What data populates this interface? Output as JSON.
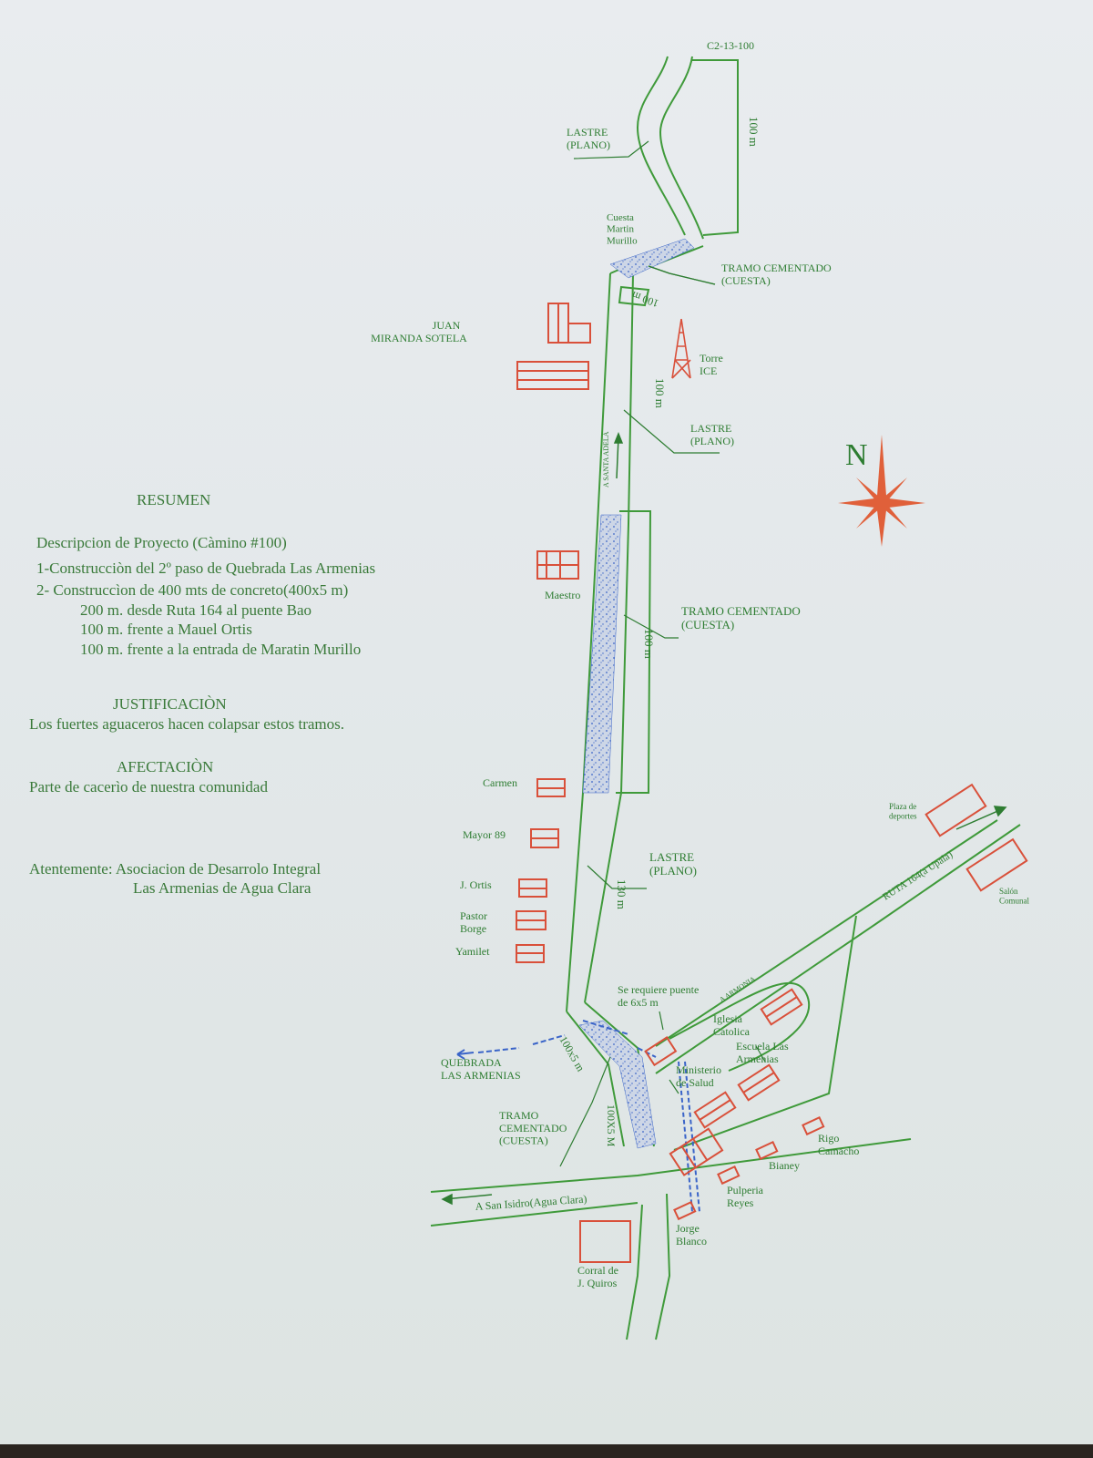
{
  "map_code": "C2-13-100",
  "labels": {
    "lastre_plano": "LASTRE\n(PLANO)",
    "cuesta_martin": "Cuesta\nMartin\nMurillo",
    "tramo_cementado_cuesta": "TRAMO CEMENTADO\n(CUESTA)",
    "juan_miranda": "JUAN\nMIRANDA SOTELA",
    "torre_ice": "Torre\nICE",
    "santa_adela": "A SANTA ADELA",
    "maestro": "Maestro",
    "se_requiere_puente": "Se requiere puente\nde 6x5 m",
    "quebrada": "QUEBRADA\nLAS ARMENIAS",
    "tramo_cementado_3": "TRAMO\nCEMENTADO\n(CUESTA)",
    "a_san_isidro": "A San Isidro(Agua Clara)",
    "ruta_164": "RUTA 164(a Upala)",
    "a_armonia": "A ARMONIA",
    "plaza_deportes": "Plaza de\ndeportes",
    "salon_comunal": "Salón\nComunal",
    "iglesia": "Iglesia\nCatolica",
    "escuela": "Escuela Las\nArmenias",
    "ministerio": "Ministerio\nde Salud",
    "rigo": "Rigo\nCamacho",
    "bianey": "Bianey",
    "pulperia": "Pulperia\nReyes",
    "jorge": "Jorge\nBlanco",
    "corral": "Corral de\nJ. Quiros",
    "carmen": "Carmen",
    "mayor": "Mayor  89",
    "ortis": "J. Ortis",
    "pastor": "Pastor\nBorge",
    "yamilet": "Yamilet",
    "north": "N"
  },
  "distances": {
    "d1": "100 m",
    "d2": "100 m",
    "d3": "100 m",
    "d4": "100 m",
    "d5": "130 m",
    "d6": "100x5 m",
    "d7": "100X5 M"
  },
  "summary": {
    "resumen_title": "RESUMEN",
    "descripcion": "Descripcion de Proyecto (Càmino #100)",
    "item1": "1-Construcciòn del 2º paso de Quebrada Las Armenias",
    "item2": "2- Construccìon de 400 mts de concreto(400x5 m)",
    "sub1": "200 m. desde Ruta 164 al puente Bao",
    "sub2": "100 m. frente a Mauel Ortis",
    "sub3": "100 m. frente a la entrada de Maratin Murillo",
    "justificacion_title": "JUSTIFICACIÒN",
    "justificacion_text": "Los fuertes aguaceros hacen colapsar estos tramos.",
    "afectacion_title": "AFECTACIÒN",
    "afectacion_text": "Parte de cacerìo de nuestra comunidad",
    "atentamente_1": "Atentemente: Asociacion de Desarrolo Integral",
    "atentamente_2": "Las Armenias de Agua Clara"
  },
  "colors": {
    "road": "#3f9a3a",
    "building": "#d9503a",
    "water": "#3a64c8",
    "text_green": "#2e7d32",
    "text_brown": "#6b3d20"
  }
}
